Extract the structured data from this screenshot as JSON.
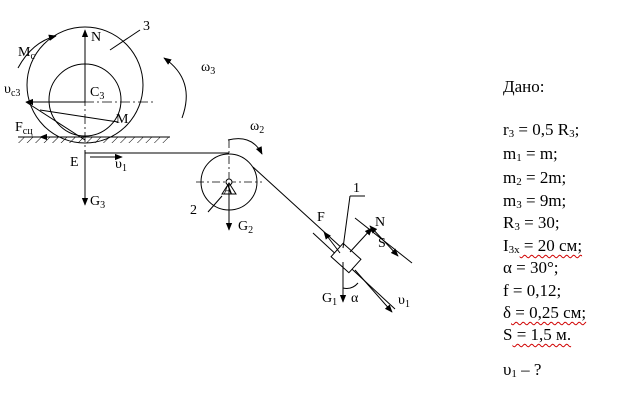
{
  "diagram": {
    "labels": {
      "wheel_number": "3",
      "block_number": "1",
      "pulley_number": "2",
      "normal_top": "N",
      "moment": "M",
      "moment_sub": "c",
      "omega3": "ω",
      "omega3_sub": "3",
      "omega2": "ω",
      "omega2_sub": "2",
      "center3": "C",
      "center3_sub": "3",
      "point_m": "M",
      "v_c3": "υ",
      "v_c3_sub": "c3",
      "friction": "F",
      "friction_sub": "сц",
      "point_e": "E",
      "v1_rope": "υ",
      "v1_rope_sub": "1",
      "gravity3": "G",
      "gravity3_sub": "3",
      "gravity2": "G",
      "gravity2_sub": "2",
      "pulley_center": "A",
      "force_f": "F",
      "normal_block": "N",
      "distance_s": "S",
      "gravity1": "G",
      "gravity1_sub": "1",
      "alpha": "α",
      "v1_incline": "υ",
      "v1_incline_sub": "1"
    }
  },
  "given": {
    "title": "Дано:",
    "lines": [
      {
        "main": "r",
        "sub": "3",
        "rest": " = 0,5 R",
        "sub2": "3",
        "tail": ";"
      },
      {
        "main": "m",
        "sub": "1",
        "rest": " = m;",
        "sub2": "",
        "tail": ""
      },
      {
        "main": "m",
        "sub": "2",
        "rest": " = 2m;",
        "sub2": "",
        "tail": ""
      },
      {
        "main": "m",
        "sub": "3",
        "rest": " = 9m;",
        "sub2": "",
        "tail": ""
      },
      {
        "main": "R",
        "sub": "3",
        "rest": " = 30;",
        "sub2": "",
        "tail": ""
      },
      {
        "main": "I",
        "sub": "3x",
        "rest": " = 20 см;",
        "sub2": "",
        "tail": ""
      },
      {
        "main": "α",
        "sub": "",
        "rest": " = 30°;",
        "sub2": "",
        "tail": ""
      },
      {
        "main": "f",
        "sub": "",
        "rest": " = 0,12;",
        "sub2": "",
        "tail": ""
      },
      {
        "main": "δ",
        "sub": "",
        "rest": " = 0,25 см;",
        "sub2": "",
        "tail": ""
      },
      {
        "main": "S",
        "sub": "",
        "rest": " = 1,5 м.",
        "sub2": "",
        "tail": ""
      }
    ],
    "question": "υ",
    "question_sub": "1",
    "question_tail": " – ?"
  }
}
